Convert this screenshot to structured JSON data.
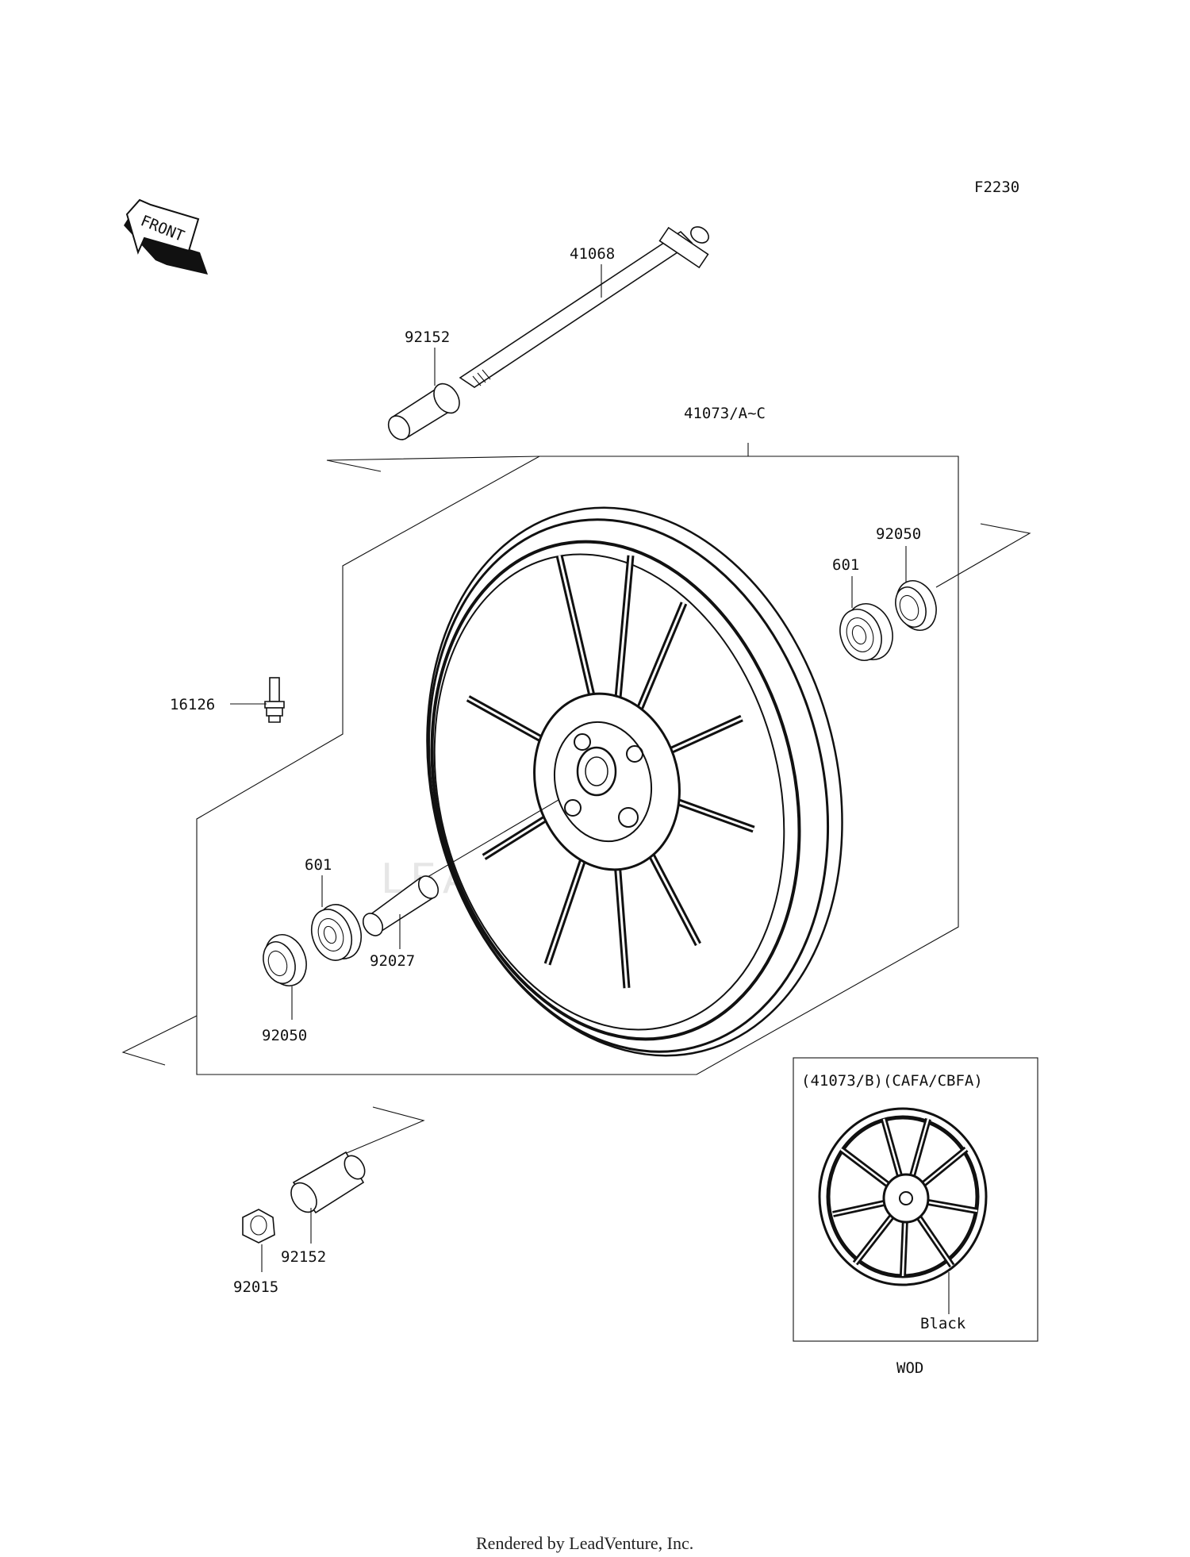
{
  "diagram_code": "F2230",
  "front_label": "FRONT",
  "watermark": "LEADVENTURE",
  "parts": {
    "axle": "41068",
    "collar_top": "92152",
    "wheel": "41073/A~C",
    "oil_seal_right": "92050",
    "bearing_right": "601",
    "valve": "16126",
    "bearing_left": "601",
    "spacer": "92027",
    "oil_seal_left": "92050",
    "collar_bottom": "92152",
    "nut": "92015"
  },
  "inset": {
    "title": "(41073/B)(CAFA/CBFA)",
    "color_label": "Black",
    "caption": "WOD"
  },
  "footer": "Rendered by LeadVenture, Inc."
}
